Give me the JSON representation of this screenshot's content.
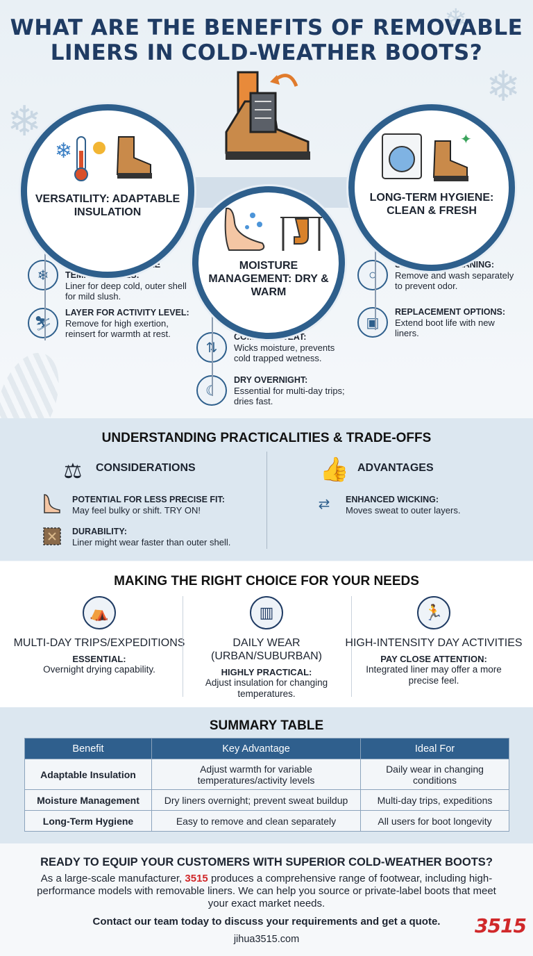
{
  "title": "WHAT ARE THE BENEFITS OF REMOVABLE LINERS IN COLD-WEATHER BOOTS?",
  "icons": {
    "boot_main": "boot-with-liner-icon",
    "versatility": "thermometer-snowflake-sun-icon",
    "moisture": "foot-sweat-drying-sock-icon",
    "hygiene": "washing-machine-boot-icon"
  },
  "benefits": [
    {
      "title": "VERSATILITY: ADAPTABLE INSULATION",
      "items": [
        {
          "icon": "snow-thermometer-icon",
          "heading": "ADJUST TO VARIABLE TEMPERATURES:",
          "text": "Liner for deep cold, outer shell for mild slush."
        },
        {
          "icon": "skier-icon",
          "heading": "LAYER FOR ACTIVITY LEVEL:",
          "text": "Remove for high exertion, reinsert for warmth at rest."
        }
      ]
    },
    {
      "title": "MOISTURE MANAGEMENT: DRY & WARM",
      "items": [
        {
          "icon": "wicking-arrows-icon",
          "heading": "COMBAT SWEAT:",
          "text": "Wicks moisture, prevents cold trapped wetness."
        },
        {
          "icon": "sleeping-bag-sock-icon",
          "heading": "DRY OVERNIGHT:",
          "text": "Essential for multi-day trips; dries fast."
        }
      ]
    },
    {
      "title": "LONG-TERM HYGIENE: CLEAN & FRESH",
      "items": [
        {
          "icon": "cleaning-bubbles-icon",
          "heading": "SIMPLIFIED CLEANING:",
          "text": "Remove and wash separately to prevent odor."
        },
        {
          "icon": "box-liner-icon",
          "heading": "REPLACEMENT OPTIONS:",
          "text": "Extend boot life with new liners."
        }
      ]
    }
  ],
  "practicalities": {
    "title": "UNDERSTANDING PRACTICALITIES & TRADE-OFFS",
    "considerations": {
      "label": "CONSIDERATIONS",
      "icon": "scales-icon",
      "items": [
        {
          "icon": "foot-fit-icon",
          "heading": "POTENTIAL FOR LESS PRECISE FIT:",
          "text": "May feel bulky or shift. TRY ON!"
        },
        {
          "icon": "worn-fabric-icon",
          "heading": "DURABILITY:",
          "text": "Liner might wear faster than outer shell."
        }
      ]
    },
    "advantages": {
      "label": "ADVANTAGES",
      "icon": "thumbs-up-icon",
      "items": [
        {
          "icon": "wicking-arrows-icon",
          "heading": "ENHANCED WICKING:",
          "text": "Moves sweat to outer layers."
        }
      ]
    }
  },
  "choice": {
    "title": "MAKING THE RIGHT CHOICE FOR YOUR NEEDS",
    "columns": [
      {
        "icon": "tent-target-icon",
        "title": "MULTI-DAY TRIPS/EXPEDITIONS",
        "sub": "ESSENTIAL:",
        "desc": "Overnight drying capability."
      },
      {
        "icon": "city-target-icon",
        "title": "DAILY WEAR (URBAN/SUBURBAN)",
        "sub": "HIGHLY PRACTICAL:",
        "desc": "Adjust insulation for changing temperatures."
      },
      {
        "icon": "runner-stopwatch-icon",
        "title": "HIGH-INTENSITY DAY ACTIVITIES",
        "sub": "PAY CLOSE ATTENTION:",
        "desc": "Integrated liner may offer a more precise feel."
      }
    ]
  },
  "summary": {
    "title": "SUMMARY TABLE",
    "headers": [
      "Benefit",
      "Key Advantage",
      "Ideal For"
    ],
    "rows": [
      [
        "Adaptable Insulation",
        "Adjust warmth for variable temperatures/activity levels",
        "Daily wear in changing conditions"
      ],
      [
        "Moisture Management",
        "Dry liners overnight; prevent sweat buildup",
        "Multi-day trips, expeditions"
      ],
      [
        "Long-Term Hygiene",
        "Easy to remove and clean separately",
        "All users for boot longevity"
      ]
    ]
  },
  "footer": {
    "cta_title": "READY TO EQUIP YOUR CUSTOMERS WITH SUPERIOR COLD-WEATHER BOOTS?",
    "body_pre": "As a large-scale manufacturer, ",
    "brand": "3515",
    "body_post": " produces a comprehensive range of footwear, including high-performance models with removable liners. We can help you source or private-label boots that meet your exact market needs.",
    "contact": "Contact our team today to discuss your requirements and get a quote.",
    "website": "jihua3515.com",
    "logo": "3515"
  },
  "colors": {
    "navy": "#1f3b63",
    "ring": "#2e5f8c",
    "accent_orange": "#d9822b",
    "brand_red": "#d0282a"
  }
}
